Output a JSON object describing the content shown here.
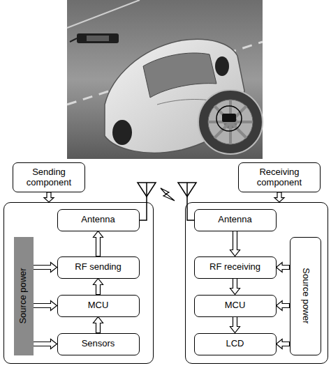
{
  "diagram": {
    "nodes": [
      {
        "text": [
          "Sending component"
        ]
      },
      {
        "text": [
          "Receiving component"
        ]
      },
      {
        "text": []
      },
      {
        "text": [
          "Antenna"
        ],
        "in": 2
      },
      {
        "text": [
          "RF sending"
        ],
        "in": 2
      },
      {
        "text": [
          "MCU"
        ],
        "in": 2
      },
      {
        "text": [
          "Sensors"
        ],
        "in": 2
      },
      {
        "text": [
          "Source power"
        ],
        "in": 2
      },
      {
        "text": []
      },
      {
        "text": [
          "Antenna"
        ],
        "in": 8
      },
      {
        "text": [
          "RF receiving"
        ],
        "in": 8
      },
      {
        "text": [
          "MCU"
        ],
        "in": 8
      },
      {
        "text": [
          "LCD"
        ],
        "in": 8
      },
      {
        "text": [
          "Source power"
        ],
        "in": 8
      }
    ],
    "edges": [
      {
        "from": 0,
        "to": 2,
        "arrow": "to"
      },
      {
        "from": 1,
        "to": 8,
        "arrow": "to"
      },
      {
        "from": 4,
        "to": 3,
        "arrow": "to"
      },
      {
        "from": 5,
        "to": 4,
        "arrow": "to"
      },
      {
        "from": 6,
        "to": 5,
        "arrow": "to"
      },
      {
        "from": 7,
        "to": 4,
        "arrow": "to"
      },
      {
        "from": 7,
        "to": 5,
        "arrow": "to"
      },
      {
        "from": 7,
        "to": 6,
        "arrow": "to"
      },
      {
        "from": 9,
        "to": 10,
        "arrow": "to"
      },
      {
        "from": 10,
        "to": 11,
        "arrow": "to"
      },
      {
        "from": 11,
        "to": 12,
        "arrow": "to"
      },
      {
        "from": 13,
        "to": 10,
        "arrow": "to"
      },
      {
        "from": 13,
        "to": 11,
        "arrow": "to"
      },
      {
        "from": 13,
        "to": 12,
        "arrow": "to"
      }
    ]
  }
}
